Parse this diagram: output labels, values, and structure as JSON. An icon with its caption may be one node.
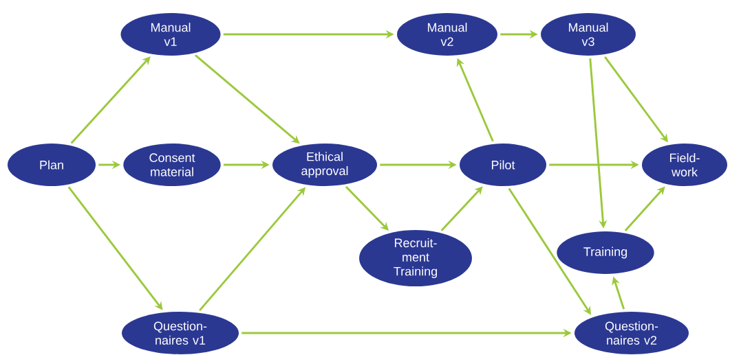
{
  "diagram": {
    "nodes": [
      {
        "text": [
          "Plan"
        ]
      },
      {
        "text": [
          "Manual v1"
        ]
      },
      {
        "text": [
          "Consent material"
        ]
      },
      {
        "text": [
          "Ethical approval"
        ]
      },
      {
        "text": [
          "Question- naires v1"
        ]
      },
      {
        "text": [
          "Manual v2"
        ]
      },
      {
        "text": [
          "Manual v3"
        ]
      },
      {
        "text": [
          "Recruit- ment Training"
        ]
      },
      {
        "text": [
          "Pilot"
        ]
      },
      {
        "text": [
          "Field- work"
        ]
      },
      {
        "text": [
          "Training"
        ]
      },
      {
        "text": [
          "Question- naires v2"
        ]
      }
    ],
    "edges": [
      {
        "from": 0,
        "to": 1,
        "arrow": "to"
      },
      {
        "from": 0,
        "to": 2,
        "arrow": "to"
      },
      {
        "from": 0,
        "to": 4,
        "arrow": "to"
      },
      {
        "from": 1,
        "to": 5,
        "arrow": "to"
      },
      {
        "from": 1,
        "to": 3,
        "arrow": "to"
      },
      {
        "from": 2,
        "to": 3,
        "arrow": "to"
      },
      {
        "from": 4,
        "to": 3,
        "arrow": "to"
      },
      {
        "from": 4,
        "to": 11,
        "arrow": "to"
      },
      {
        "from": 3,
        "to": 8,
        "arrow": "to"
      },
      {
        "from": 3,
        "to": 7,
        "arrow": "to"
      },
      {
        "from": 7,
        "to": 8,
        "arrow": "to"
      },
      {
        "from": 8,
        "to": 5,
        "arrow": "to"
      },
      {
        "from": 8,
        "to": 9,
        "arrow": "to"
      },
      {
        "from": 8,
        "to": 11,
        "arrow": "to"
      },
      {
        "from": 5,
        "to": 6,
        "arrow": "to"
      },
      {
        "from": 6,
        "to": 10,
        "arrow": "to"
      },
      {
        "from": 6,
        "to": 9,
        "arrow": "to"
      },
      {
        "from": 10,
        "to": 9,
        "arrow": "to"
      },
      {
        "from": 11,
        "to": 10,
        "arrow": "to"
      }
    ]
  }
}
